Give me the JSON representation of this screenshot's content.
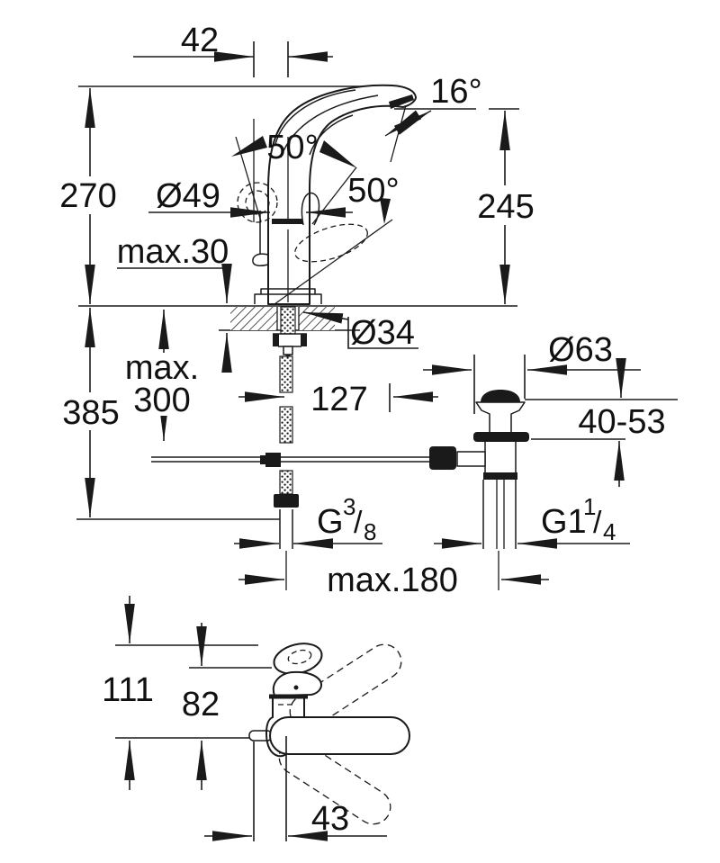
{
  "drawing": {
    "background": "#ffffff",
    "line_color": "#1a1a1a",
    "main_view": {
      "spout_offset": "42",
      "spout_angle": "16°",
      "height_above_deck": "270",
      "body_diameter": "Ø49",
      "handle_open_angle": "50°",
      "handle_swivel_angle": "50°",
      "outlet_height": "245",
      "deck_thickness": "max.30",
      "hole_diameter": "Ø34",
      "hose_length_line1": "max.",
      "hose_length_line2": "300",
      "drain_offset": "127",
      "below_deck_height": "385",
      "waste_flange_diameter": "Ø63",
      "basin_thickness_range": "40-53",
      "supply_thread": {
        "base": "G",
        "sup": "3",
        "slash": "/",
        "sub": "8"
      },
      "waste_thread": {
        "base": "G1",
        "sup": "1",
        "slash": "/",
        "sub": "4"
      },
      "max_reach": "max.180"
    },
    "side_view": {
      "height_overall": "111",
      "height_handle": "82",
      "handle_offset": "43"
    }
  }
}
